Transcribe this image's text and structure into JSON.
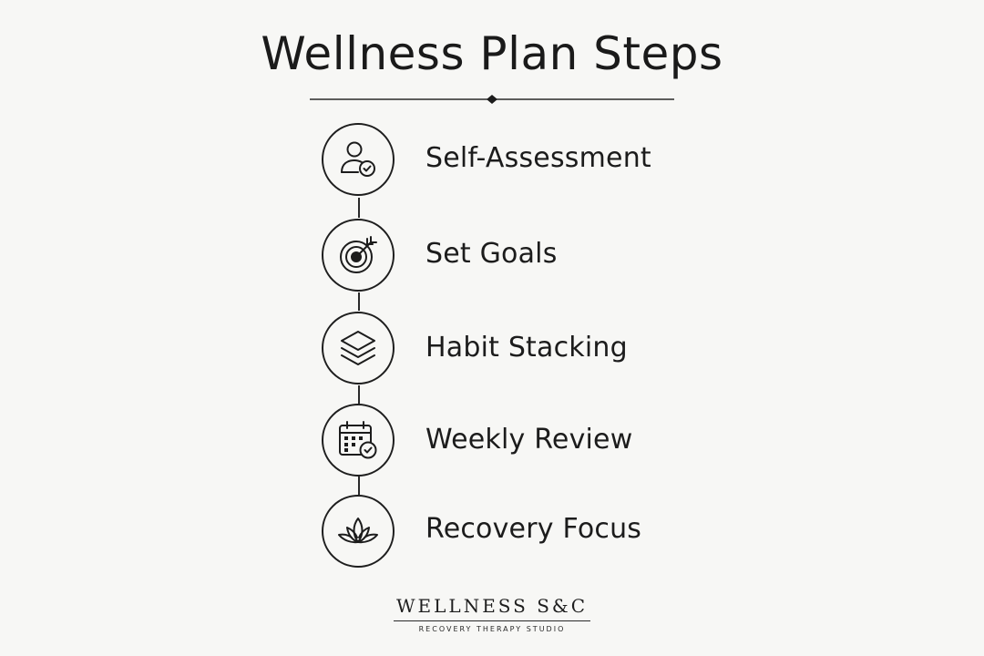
{
  "title": "Wellness Plan Steps",
  "steps": [
    {
      "label": "Self-Assessment",
      "icon": "user-check-icon"
    },
    {
      "label": "Set Goals",
      "icon": "target-arrow-icon"
    },
    {
      "label": "Habit Stacking",
      "icon": "layers-icon"
    },
    {
      "label": "Weekly Review",
      "icon": "calendar-check-icon"
    },
    {
      "label": "Recovery Focus",
      "icon": "lotus-icon"
    }
  ],
  "brand": {
    "name": "WELLNESS S&C",
    "tagline": "RECOVERY THERAPY STUDIO"
  },
  "colors": {
    "background": "#f7f7f5",
    "ink": "#1c1c1c"
  }
}
